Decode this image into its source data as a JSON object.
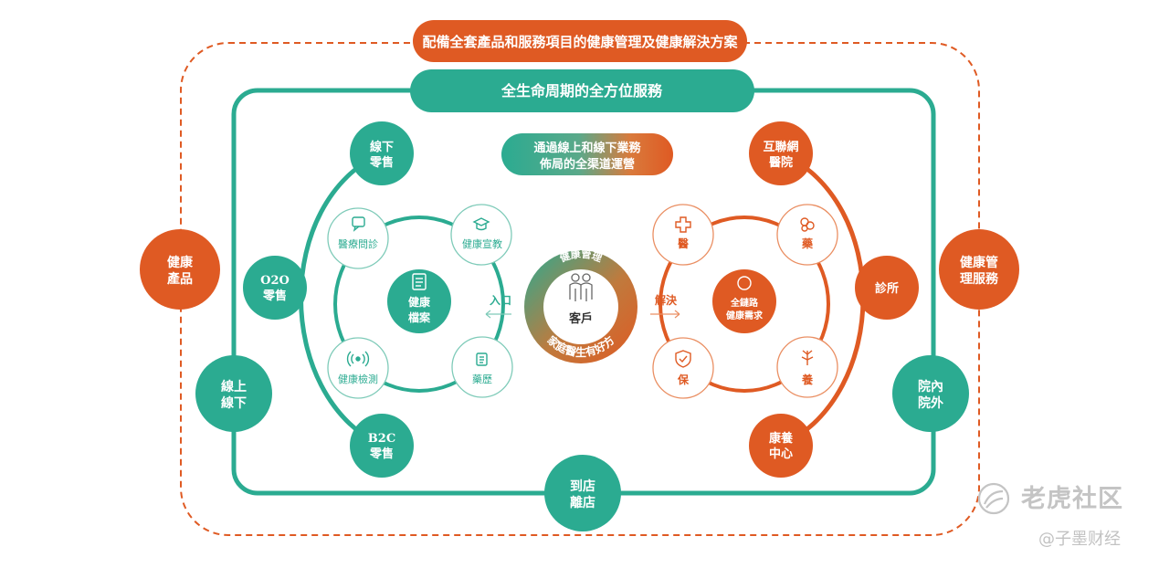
{
  "colors": {
    "teal": "#2bab91",
    "teal_light": "#7fcbb9",
    "orange": "#df5a23",
    "orange_light": "#ea8f63",
    "white": "#ffffff"
  },
  "top_banner": "配備全套產品和服務項目的健康管理及健康解決方案",
  "second_banner": "全生命周期的全方位服務",
  "channel_banner": [
    "通過線上和線下業務",
    "佈局的全渠道運營"
  ],
  "outer_nodes": [
    {
      "id": "health-products",
      "lines": [
        "健康",
        "產品"
      ],
      "color": "orange"
    },
    {
      "id": "online-offline",
      "lines": [
        "線上",
        "線下"
      ],
      "color": "teal"
    },
    {
      "id": "store",
      "lines": [
        "到店",
        "離店"
      ],
      "color": "teal"
    },
    {
      "id": "health-mgmt-services",
      "lines": [
        "健康管",
        "理服務"
      ],
      "color": "orange"
    },
    {
      "id": "in-out-hospital",
      "lines": [
        "院內",
        "院外"
      ],
      "color": "teal"
    }
  ],
  "ring_nodes": [
    {
      "id": "offline-retail",
      "lines": [
        "線下",
        "零售"
      ],
      "color": "teal"
    },
    {
      "id": "o2o-retail",
      "lines": [
        "O2O",
        "零售"
      ],
      "color": "teal"
    },
    {
      "id": "b2c-retail",
      "lines": [
        "B2C",
        "零售"
      ],
      "color": "teal"
    },
    {
      "id": "internet-hospital",
      "lines": [
        "互聯網",
        "醫院"
      ],
      "color": "orange"
    },
    {
      "id": "clinic",
      "lines": [
        "診所"
      ],
      "color": "orange"
    },
    {
      "id": "care-center",
      "lines": [
        "康養",
        "中心"
      ],
      "color": "orange"
    }
  ],
  "left_cluster": {
    "center": [
      "健康",
      "檔案"
    ],
    "items": [
      {
        "id": "consultation",
        "label": "醫療問診",
        "icon": "chat-bubble-icon"
      },
      {
        "id": "education",
        "label": "健康宣教",
        "icon": "graduation-cap-icon"
      },
      {
        "id": "monitoring",
        "label": "健康檢測",
        "icon": "signal-waves-icon"
      },
      {
        "id": "medication-history",
        "label": "藥歷",
        "icon": "document-icon"
      }
    ],
    "arrow_label": "入口"
  },
  "right_cluster": {
    "center": [
      "全鏈路",
      "健康需求"
    ],
    "items": [
      {
        "id": "medical",
        "label": "醫",
        "icon": "medical-cross-icon"
      },
      {
        "id": "medicine",
        "label": "藥",
        "icon": "pills-icon"
      },
      {
        "id": "insurance",
        "label": "保",
        "icon": "shield-check-icon"
      },
      {
        "id": "wellness",
        "label": "養",
        "icon": "lotus-icon"
      }
    ],
    "arrow_label": "解決"
  },
  "core": {
    "label": "客戶",
    "top_arc": "健康管理",
    "bottom_arc": "家庭醫生有好方",
    "icon": "people-icon"
  },
  "watermark": {
    "title": "老虎社区",
    "subtitle": "@子墨财经",
    "icon": "tiger-logo-icon"
  }
}
